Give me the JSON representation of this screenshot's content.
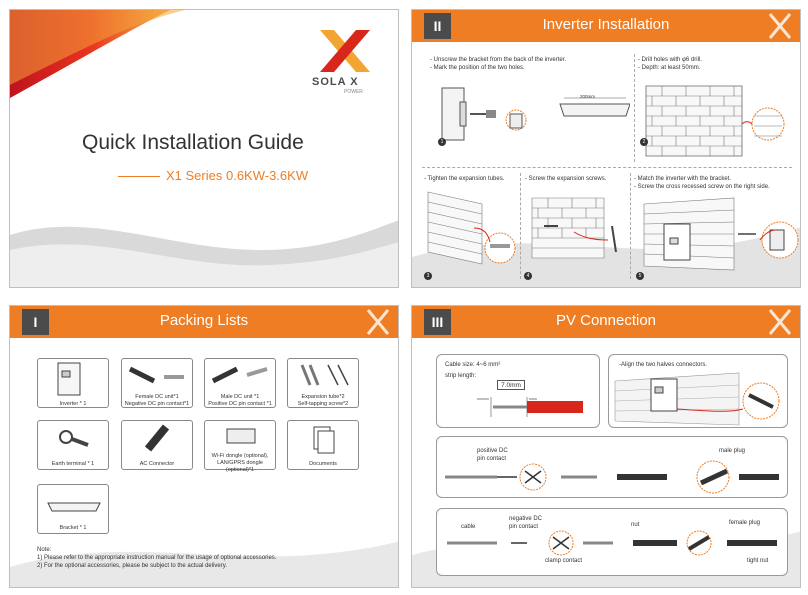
{
  "cover": {
    "brand": "SOLA X",
    "brand_sub": "POWER",
    "title": "Quick Installation Guide",
    "subtitle": "X1 Series 0.6KW-3.6KW"
  },
  "installation": {
    "section_num": "II",
    "title": "Inverter Installation",
    "step1_text": "- Unscrew the bracket from the back of the inverter.\n- Mark the position of the two holes.",
    "step1_dim": "200mm",
    "step2_text": "- Drill holes with φ6 drill.\n- Depth: at least 50mm.",
    "step3_text": "- Tighten the expansion tubes.",
    "step4_text": "- Screw the expansion screws.",
    "step5_text": "- Match the inverter with the bracket.\n- Screw the cross recessed screw on the right side.",
    "steps": [
      "1",
      "2",
      "3",
      "4",
      "5"
    ]
  },
  "packing": {
    "section_num": "I",
    "title": "Packing Lists",
    "items": [
      "Inverter * 1",
      "Female DC unit*1\nNegative DC pin contact*1",
      "Male DC unit *1\nPositive DC pin contact *1",
      "Expansion tube*2\nSelf-tapping screw*2",
      "Earth terminal * 1",
      "AC Connector",
      "Wi-Fi dongle (optional),\nLAN/GPRS dongle (optional)*1",
      "Documents",
      "Bracket * 1"
    ],
    "note_title": "Note:",
    "note1": "1)  Please refer to the appropriate instruction manual for the usage of optional accessories.",
    "note2": "2) For the optional accessories, please be subject to the actual delivery."
  },
  "pv": {
    "section_num": "III",
    "title": "PV Connection",
    "cable_size": "Cable size: 4~6 mm²",
    "strip_length": "strip length:",
    "strip_value": "7.0mm",
    "align_text": "-Align the two halves connectors.",
    "positive_pin": "positive DC\npin contact",
    "male_plug": "male plug",
    "cable": "cable",
    "negative_pin": "negative DC\npin contact",
    "nut": "nut",
    "female_plug": "female plug",
    "clamp_contact": "clamp contact",
    "tight_nut": "tight nut"
  },
  "colors": {
    "accent": "#ee7d23",
    "dark": "#4b4b4b",
    "red": "#d9261c"
  }
}
